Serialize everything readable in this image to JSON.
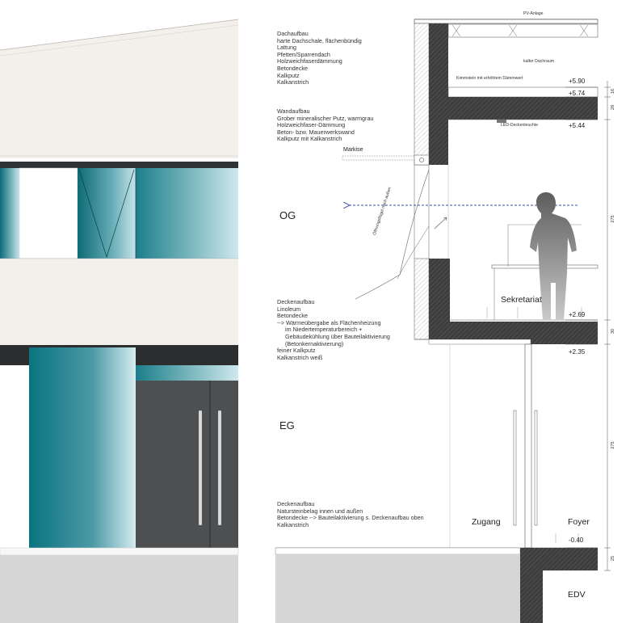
{
  "notes": {
    "roof": {
      "title": "Dachaufbau",
      "lines": [
        "harte Dachschale, flächenbündig",
        "Lattung",
        "Pfetten/Sparrendach",
        "Holzweichfaserdämmung",
        "Betondecke",
        "Kalkputz",
        "Kalkanstrich"
      ]
    },
    "wall": {
      "title": "Wandaufbau",
      "lines": [
        "Grober mineralischer Putz, warmgrau",
        "Holzweichfaser-Dämmung",
        "Beton- bzw. Mauerwerkswand",
        "Kalkputz mit Kalkanstrich"
      ]
    },
    "ceiling": {
      "title": "Deckenaufbau",
      "lines": [
        "Linoleum",
        "Betondecke",
        "--> Wärmeübergabe als Flächenheizung",
        "     im Niedertemperaturbereich +",
        "     Gebäudekühlung über Bauteilaktivierung",
        "     (Betonkernaktivierung)",
        "feiner Kalkputz",
        "Kalkanstrich weiß"
      ]
    },
    "floor": {
      "title": "Deckenaufbau",
      "lines": [
        "Natursteinbelag innen und außen",
        "Betondecke --> Bauteilaktivierung s. Deckenaufbau oben",
        "Kalkanstrich"
      ]
    }
  },
  "labels": {
    "pv": "PV-Anlage",
    "kalter_dachraum": "kalter Dachraum",
    "kimmstein": "Kimmstein mit erhöhtem Dämmwert",
    "led": "LED-Deckenleuchte",
    "markise": "Markise",
    "oeffnung": "Öffnungsflügel nach außen",
    "og": "OG",
    "eg": "EG",
    "sekretariat": "Sekretariat",
    "zugang": "Zugang",
    "foyer": "Foyer",
    "edv": "EDV"
  },
  "levels": [
    "+5.90",
    "+5.74",
    "+5.44",
    "+2.69",
    "+2.35",
    "-0.40"
  ],
  "dimensions": [
    "16",
    "28",
    "275",
    "30",
    "275",
    "25"
  ],
  "colors": {
    "plaster": "#f3efeb",
    "teal_dark": "#0d6c78",
    "teal_light": "#c9e5ea",
    "door_grey": "#4d4f51",
    "concrete_hatch": "#3d3d3d",
    "ground": "#d6d6d6",
    "arrow_blue": "#3a4fb0"
  }
}
